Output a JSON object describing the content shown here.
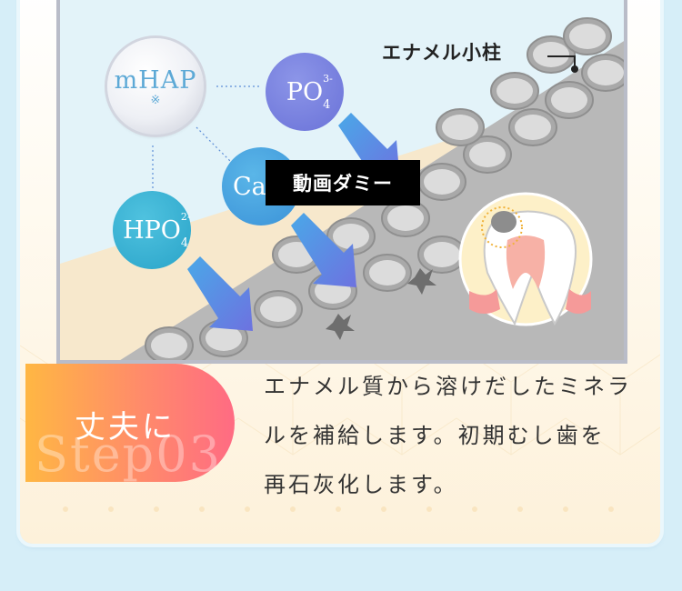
{
  "figure": {
    "enamel_label": "エナメル小柱",
    "video_dummy": "動画ダミー",
    "mhap": {
      "label": "mHAP",
      "note": "※"
    },
    "po4": {
      "base": "PO",
      "sub": "4",
      "sup": "3-"
    },
    "ca": {
      "label": "Ca"
    },
    "hpo4": {
      "base": "HPO",
      "sub": "4",
      "sup": "2-"
    }
  },
  "step": {
    "title": "丈夫に",
    "watermark": "Step03"
  },
  "description": {
    "lines": [
      "エナメル質から溶けだしたミネラ",
      "ルを補給します。初期むし歯を",
      "再石灰化します。"
    ]
  },
  "colors": {
    "page_bg": "#d6eef8",
    "pill_start": "#ffb743",
    "pill_end": "#ff6b83",
    "arrow": "#5b86e6"
  }
}
